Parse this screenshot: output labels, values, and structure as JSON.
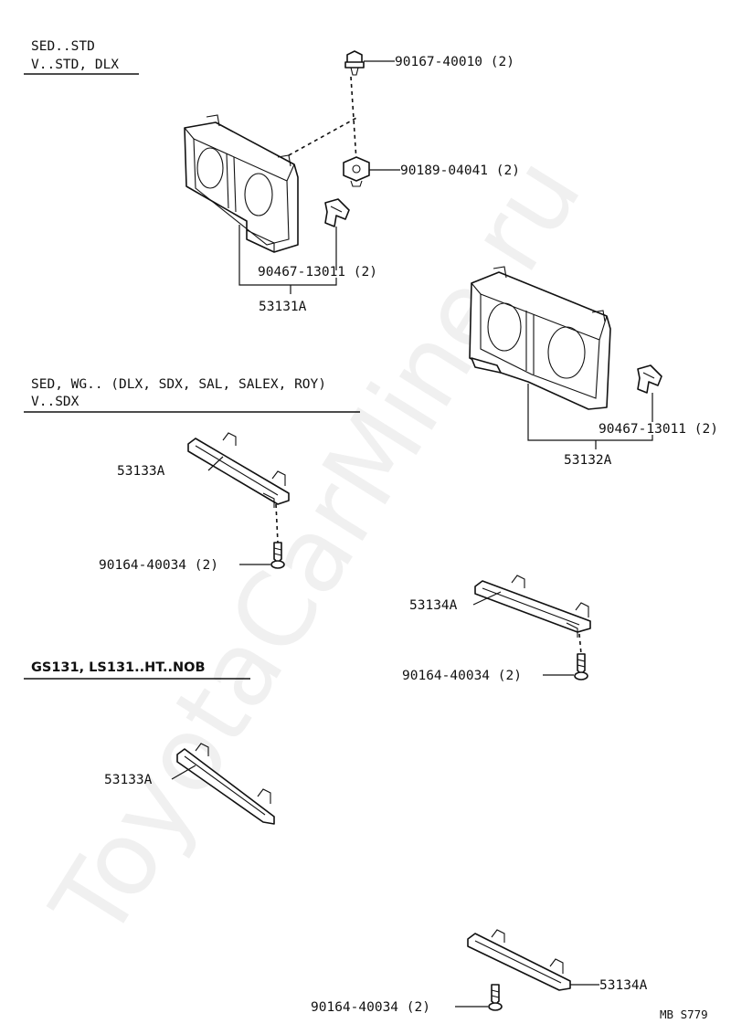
{
  "headers": {
    "group1_line1": "SED..STD",
    "group1_line2": "V..STD, DLX",
    "group2_line1": "SED, WG.. (DLX, SDX, SAL, SALEX, ROY)",
    "group2_line2": "V..SDX",
    "group3": "GS131, LS131..HT..NOB"
  },
  "callouts": {
    "c1": "90167-40010 (2)",
    "c2": "90189-04041 (2)",
    "c3": "90467-13011 (2)",
    "c4": "53131A",
    "c5": "90467-13011 (2)",
    "c6": "53132A",
    "c7": "53133A",
    "c8": "90164-40034 (2)",
    "c9": "53134A",
    "c10": "90164-40034 (2)",
    "c11": "53133A",
    "c12": "53134A",
    "c13": "90164-40034 (2)"
  },
  "diagram_code": "MB S779",
  "watermark": "ToyotaCarMine.ru"
}
